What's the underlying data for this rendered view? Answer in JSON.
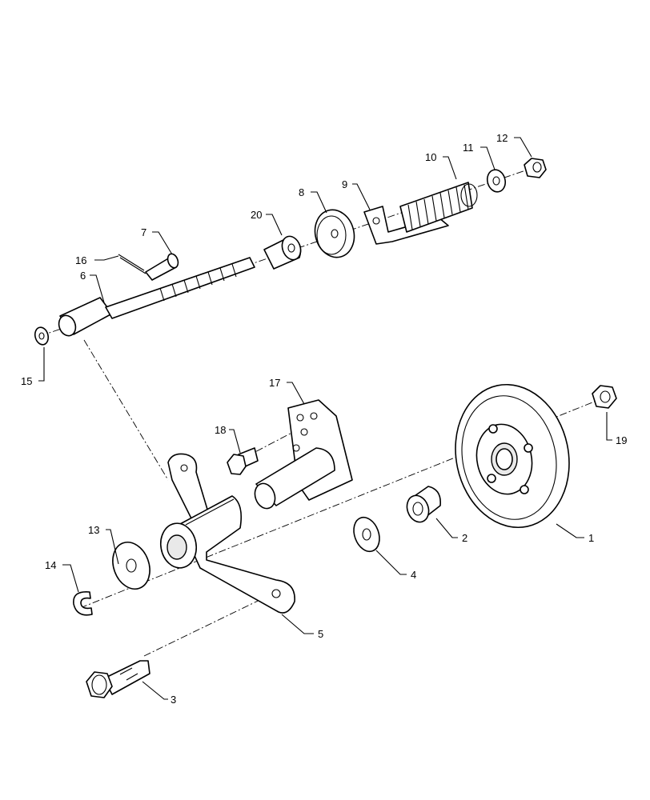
{
  "diagram": {
    "callouts": [
      {
        "id": "c1",
        "text": "1"
      },
      {
        "id": "c2",
        "text": "2"
      },
      {
        "id": "c3",
        "text": "3"
      },
      {
        "id": "c4",
        "text": "4"
      },
      {
        "id": "c5",
        "text": "5"
      },
      {
        "id": "c6",
        "text": "6"
      },
      {
        "id": "c7",
        "text": "7"
      },
      {
        "id": "c8",
        "text": "8"
      },
      {
        "id": "c9",
        "text": "9"
      },
      {
        "id": "c10",
        "text": "10"
      },
      {
        "id": "c11",
        "text": "11"
      },
      {
        "id": "c12",
        "text": "12"
      },
      {
        "id": "c13",
        "text": "13"
      },
      {
        "id": "c14",
        "text": "14"
      },
      {
        "id": "c15",
        "text": "15"
      },
      {
        "id": "c16",
        "text": "16"
      },
      {
        "id": "c17",
        "text": "17"
      },
      {
        "id": "c18",
        "text": "18"
      },
      {
        "id": "c19",
        "text": "19"
      },
      {
        "id": "c20",
        "text": "20"
      }
    ]
  }
}
